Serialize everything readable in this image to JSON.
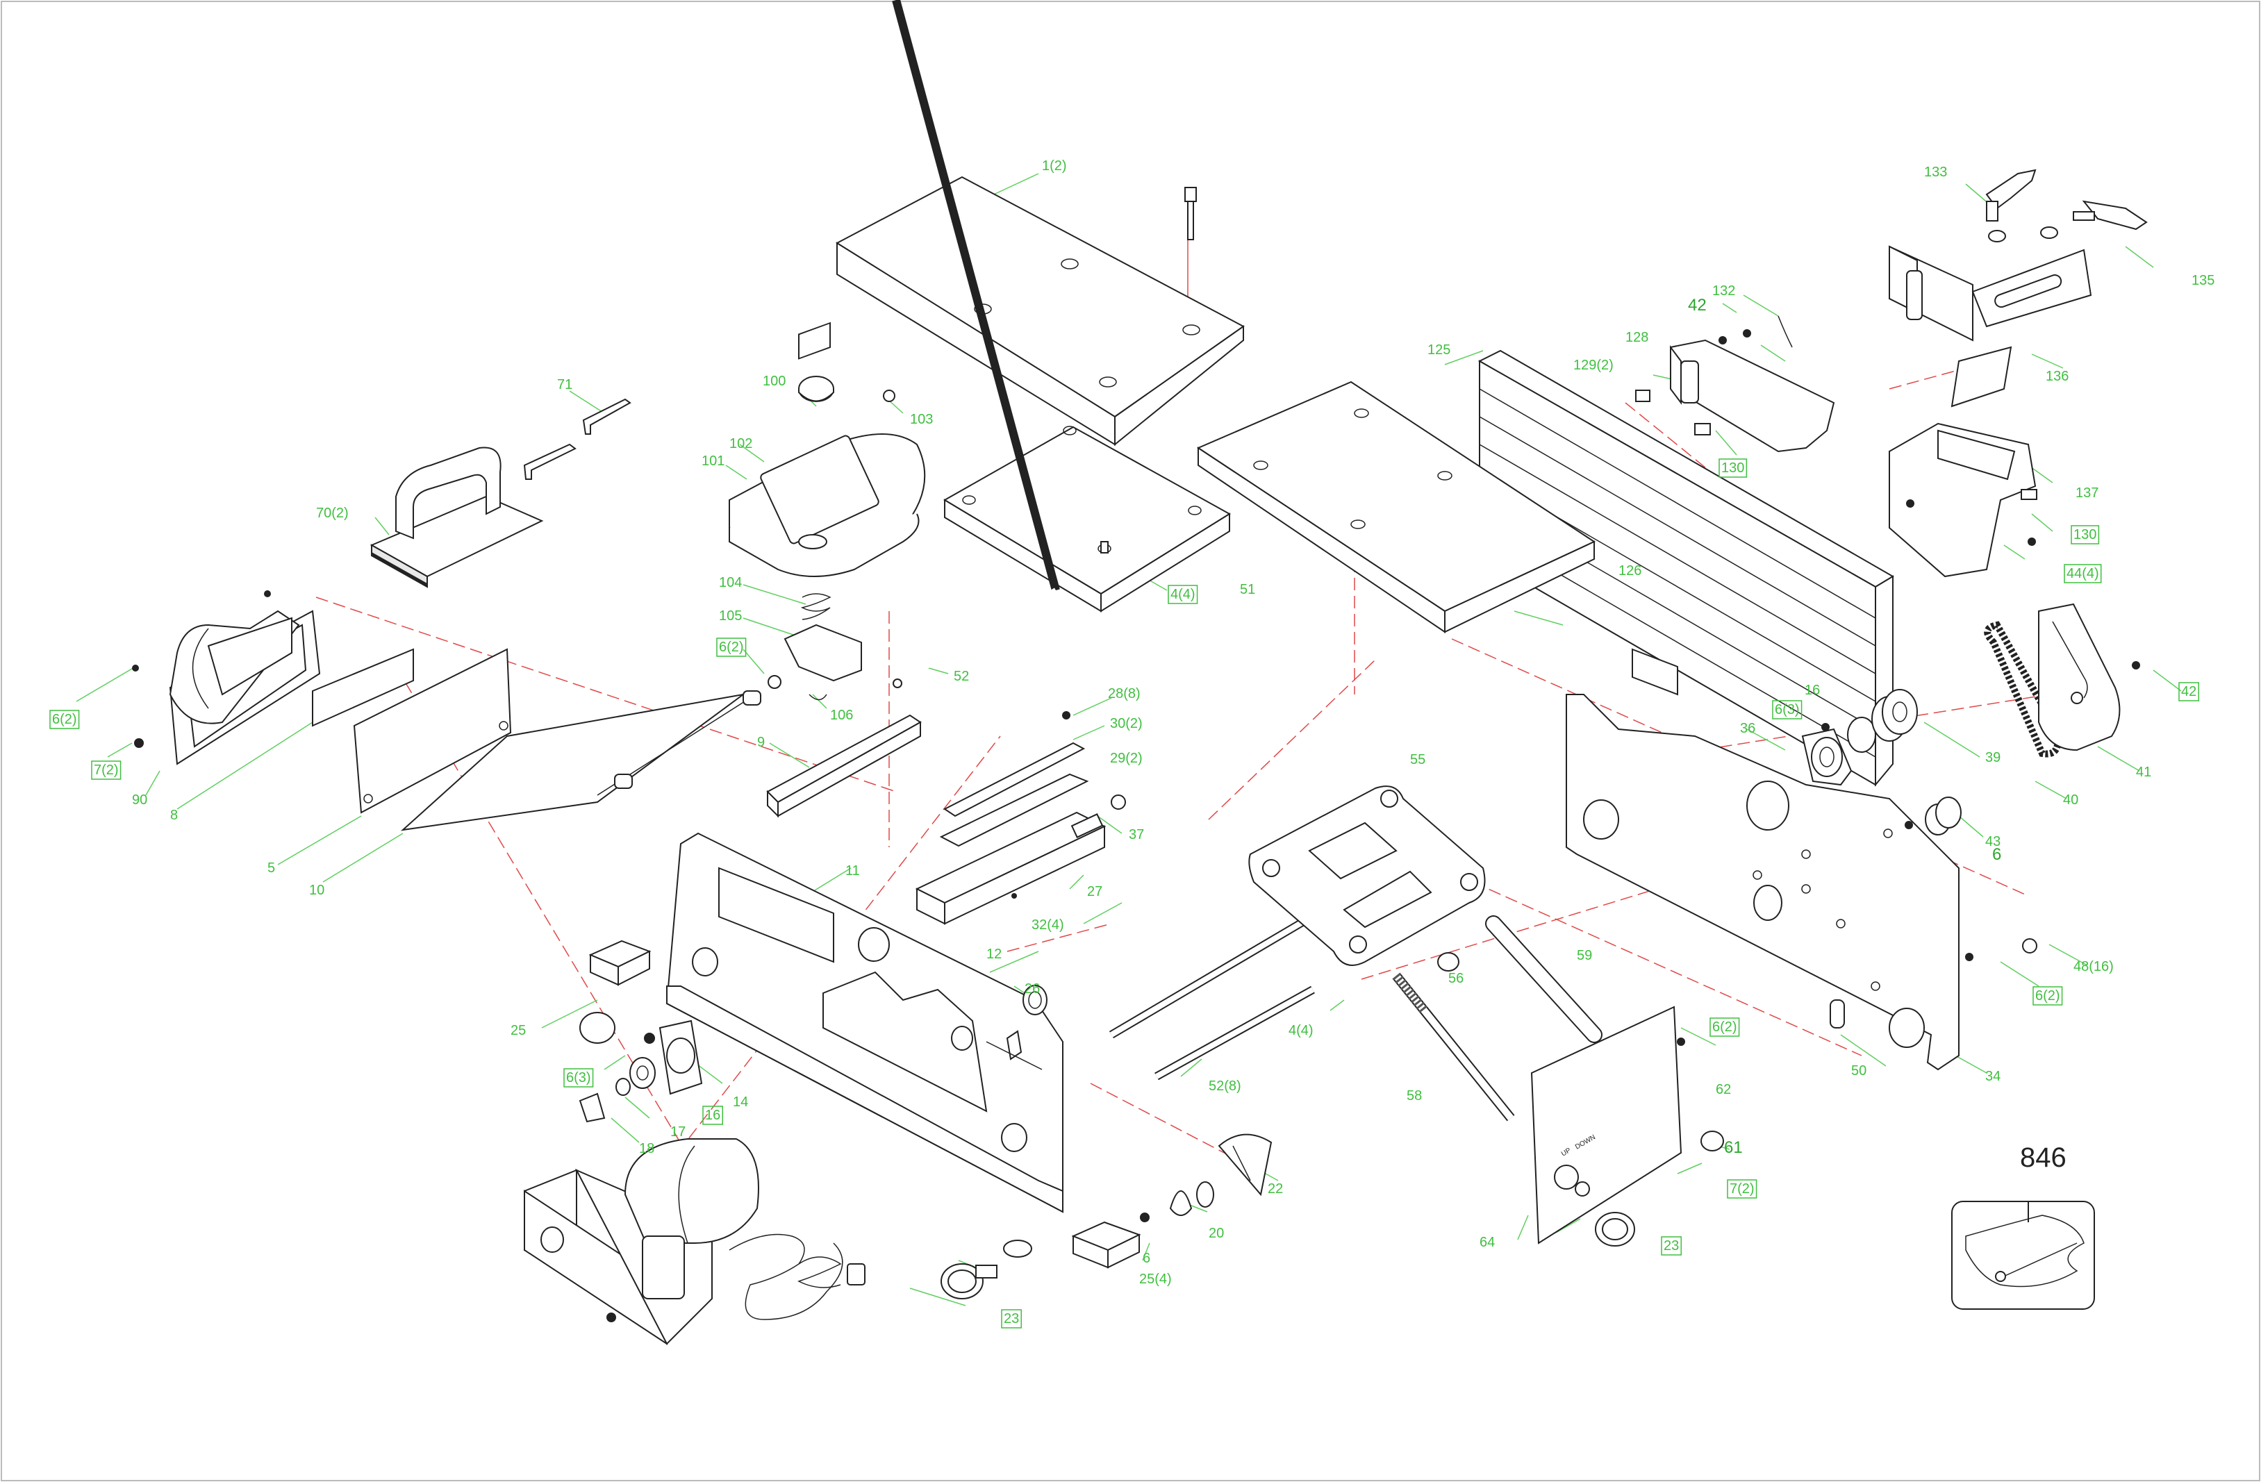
{
  "diagram": {
    "colors": {
      "label": "#3fbf3f",
      "axis": "#e04848",
      "line": "#222222"
    },
    "labels": [
      {
        "id": "l1",
        "text": "1(2)",
        "boxed": false
      },
      {
        "id": "l2",
        "text": "100",
        "boxed": false
      },
      {
        "id": "l3",
        "text": "103",
        "boxed": false
      },
      {
        "id": "l4",
        "text": "102",
        "boxed": false
      },
      {
        "id": "l5",
        "text": "101",
        "boxed": false
      },
      {
        "id": "l6",
        "text": "71",
        "boxed": false
      },
      {
        "id": "l7",
        "text": "70(2)",
        "boxed": false
      },
      {
        "id": "l8",
        "text": "6(2)",
        "boxed": true
      },
      {
        "id": "l9",
        "text": "7(2)",
        "boxed": true
      },
      {
        "id": "l10",
        "text": "90",
        "boxed": false
      },
      {
        "id": "l11",
        "text": "8",
        "boxed": false
      },
      {
        "id": "l12",
        "text": "5",
        "boxed": false
      },
      {
        "id": "l13",
        "text": "10",
        "boxed": false
      },
      {
        "id": "l14",
        "text": "104",
        "boxed": false
      },
      {
        "id": "l15",
        "text": "105",
        "boxed": false
      },
      {
        "id": "l16",
        "text": "6(2)",
        "boxed": true
      },
      {
        "id": "l17",
        "text": "106",
        "boxed": false
      },
      {
        "id": "l18",
        "text": "52",
        "boxed": false
      },
      {
        "id": "l19",
        "text": "4(4)",
        "boxed": true
      },
      {
        "id": "l20",
        "text": "9",
        "boxed": false
      },
      {
        "id": "l21",
        "text": "28(8)",
        "boxed": false
      },
      {
        "id": "l22",
        "text": "30(2)",
        "boxed": false
      },
      {
        "id": "l23",
        "text": "29(2)",
        "boxed": false
      },
      {
        "id": "l24",
        "text": "37",
        "boxed": false
      },
      {
        "id": "l25",
        "text": "27",
        "boxed": false
      },
      {
        "id": "l26",
        "text": "32(4)",
        "boxed": false
      },
      {
        "id": "l27",
        "text": "11",
        "boxed": false
      },
      {
        "id": "l28",
        "text": "12",
        "boxed": false
      },
      {
        "id": "l29",
        "text": "26",
        "boxed": false
      },
      {
        "id": "l30",
        "text": "25",
        "boxed": false
      },
      {
        "id": "l31",
        "text": "6(3)",
        "boxed": true
      },
      {
        "id": "l32",
        "text": "14",
        "boxed": false
      },
      {
        "id": "l33",
        "text": "16",
        "boxed": true
      },
      {
        "id": "l34",
        "text": "17",
        "boxed": false
      },
      {
        "id": "l35",
        "text": "18",
        "boxed": false
      },
      {
        "id": "l36",
        "text": "4(4)",
        "boxed": false
      },
      {
        "id": "l37",
        "text": "52(8)",
        "boxed": false
      },
      {
        "id": "l38",
        "text": "22",
        "boxed": false
      },
      {
        "id": "l39",
        "text": "20",
        "boxed": false
      },
      {
        "id": "l40",
        "text": "6",
        "boxed": false
      },
      {
        "id": "l41",
        "text": "25(4)",
        "boxed": false
      },
      {
        "id": "l42",
        "text": "23",
        "boxed": true
      },
      {
        "id": "l43",
        "text": "51",
        "boxed": false
      },
      {
        "id": "l44",
        "text": "55",
        "boxed": false
      },
      {
        "id": "l45",
        "text": "56",
        "boxed": false
      },
      {
        "id": "l46",
        "text": "59",
        "boxed": false
      },
      {
        "id": "l47",
        "text": "58",
        "boxed": false
      },
      {
        "id": "l48",
        "text": "62",
        "boxed": false
      },
      {
        "id": "l49",
        "text": "6(2)",
        "boxed": true
      },
      {
        "id": "l50",
        "text": "61",
        "boxed": false
      },
      {
        "id": "l51",
        "text": "7(2)",
        "boxed": true
      },
      {
        "id": "l52",
        "text": "64",
        "boxed": false
      },
      {
        "id": "l53",
        "text": "23",
        "boxed": true
      },
      {
        "id": "l54",
        "text": "125",
        "boxed": false
      },
      {
        "id": "l55",
        "text": "126",
        "boxed": false
      },
      {
        "id": "l56",
        "text": "128",
        "boxed": false
      },
      {
        "id": "l57",
        "text": "129(2)",
        "boxed": false
      },
      {
        "id": "l58",
        "text": "42",
        "boxed": false
      },
      {
        "id": "l59",
        "text": "132",
        "boxed": false
      },
      {
        "id": "l60",
        "text": "130",
        "boxed": true
      },
      {
        "id": "l61",
        "text": "133",
        "boxed": false
      },
      {
        "id": "l62",
        "text": "135",
        "boxed": false
      },
      {
        "id": "l63",
        "text": "136",
        "boxed": false
      },
      {
        "id": "l64",
        "text": "137",
        "boxed": false
      },
      {
        "id": "l65",
        "text": "130",
        "boxed": true
      },
      {
        "id": "l66",
        "text": "44(4)",
        "boxed": true
      },
      {
        "id": "l67",
        "text": "42",
        "boxed": true
      },
      {
        "id": "l68",
        "text": "16",
        "boxed": false
      },
      {
        "id": "l69",
        "text": "6(3)",
        "boxed": true
      },
      {
        "id": "l70",
        "text": "36",
        "boxed": false
      },
      {
        "id": "l71",
        "text": "39",
        "boxed": false
      },
      {
        "id": "l72",
        "text": "41",
        "boxed": false
      },
      {
        "id": "l73",
        "text": "40",
        "boxed": false
      },
      {
        "id": "l74",
        "text": "43",
        "boxed": false
      },
      {
        "id": "l75",
        "text": "6",
        "boxed": false
      },
      {
        "id": "l76",
        "text": "48(16)",
        "boxed": false
      },
      {
        "id": "l77",
        "text": "6(2)",
        "boxed": true
      },
      {
        "id": "l78",
        "text": "50",
        "boxed": false
      },
      {
        "id": "l79",
        "text": "34",
        "boxed": false
      }
    ],
    "kit_label": "846",
    "panel_marks": {
      "up": "UP",
      "down": "DOWN"
    }
  }
}
